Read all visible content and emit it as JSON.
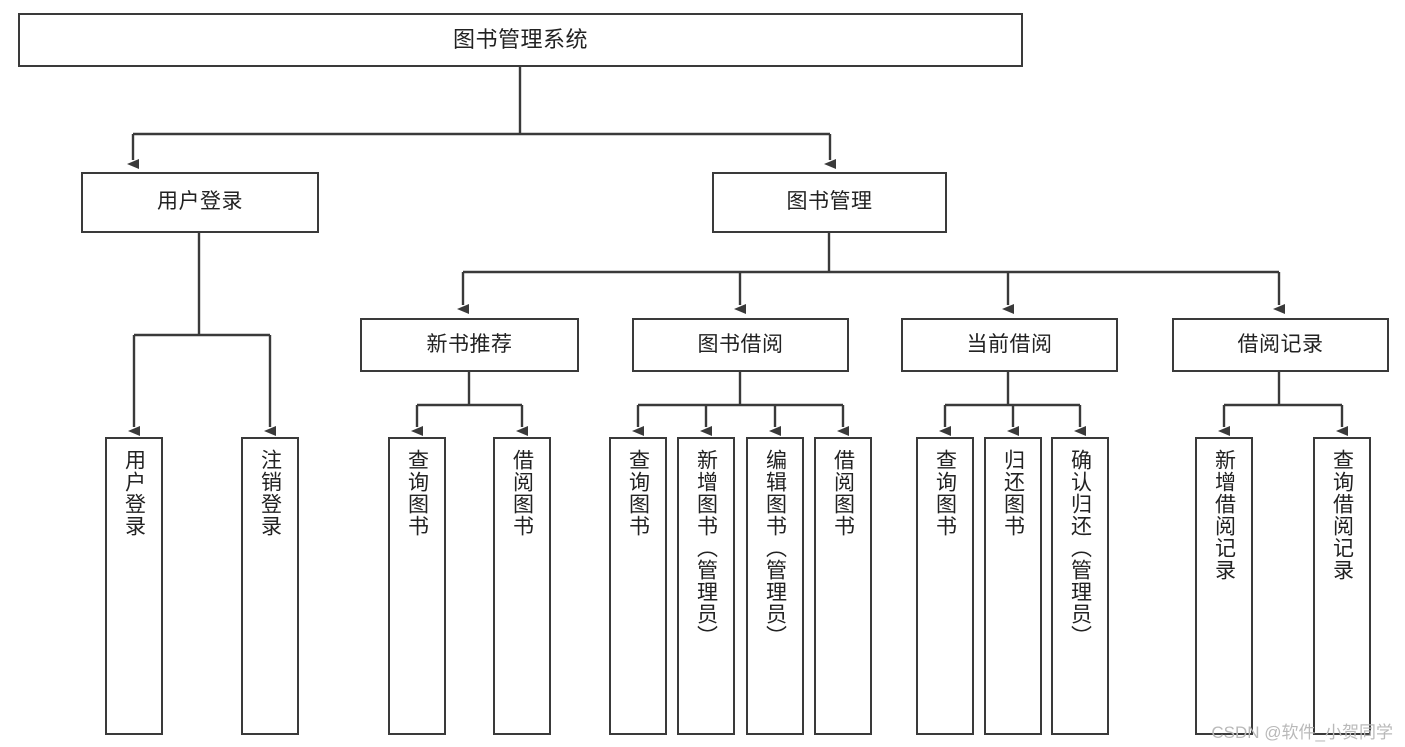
{
  "diagram": {
    "title": "图书管理系统",
    "type": "hierarchy-tree",
    "watermark": "CSDN @软件_小贺同学",
    "style": {
      "box_fill": "#ffffff",
      "box_stroke": "#3a3a3a",
      "text_color": "#222222",
      "connector_color": "#3a3a3a",
      "watermark_color": "#b9b9b9",
      "background": "#ffffff"
    },
    "root": {
      "label": "图书管理系统"
    },
    "level2": [
      {
        "label": "用户登录"
      },
      {
        "label": "图书管理"
      }
    ],
    "level3": [
      {
        "label": "新书推荐"
      },
      {
        "label": "图书借阅"
      },
      {
        "label": "当前借阅"
      },
      {
        "label": "借阅记录"
      }
    ],
    "leaves": {
      "user_login": [
        {
          "label": "用户登录"
        },
        {
          "label": "注销登录"
        }
      ],
      "new_book_recommend": [
        {
          "label": "查询图书"
        },
        {
          "label": "借阅图书"
        }
      ],
      "book_borrow": [
        {
          "label": "查询图书"
        },
        {
          "label": "新增图书（管理员）"
        },
        {
          "label": "编辑图书（管理员）"
        },
        {
          "label": "借阅图书"
        }
      ],
      "current_borrow": [
        {
          "label": "查询图书"
        },
        {
          "label": "归还图书"
        },
        {
          "label": "确认归还（管理员）"
        }
      ],
      "borrow_record": [
        {
          "label": "新增借阅记录"
        },
        {
          "label": "查询借阅记录"
        }
      ]
    }
  }
}
